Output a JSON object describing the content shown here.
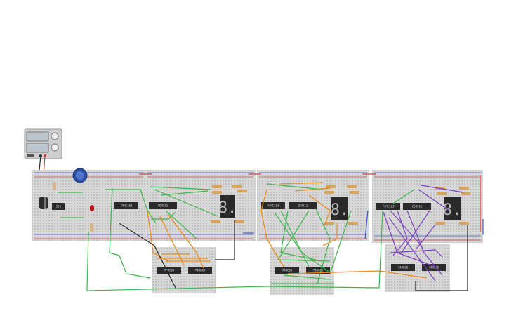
{
  "workspace": {
    "background": "#ffffff",
    "breadboard_color": "#d8d8d8",
    "rail_red": "#d43b3b",
    "rail_blue": "#3b57c4",
    "wire_green": "#3cb54a",
    "wire_orange": "#e88a1a",
    "wire_purple": "#7a3ec0",
    "wire_black": "#222222"
  },
  "power_supply": {
    "name": "dc-power-supply"
  },
  "chips": [
    {
      "id": "u1",
      "label": "555"
    },
    {
      "id": "u2",
      "label": "74HC163"
    },
    {
      "id": "u3",
      "label": "CD4511"
    },
    {
      "id": "u4",
      "label": "74HC163"
    },
    {
      "id": "u5",
      "label": "CD4511"
    },
    {
      "id": "u6",
      "label": "74HC163"
    },
    {
      "id": "u7",
      "label": "CD4511"
    },
    {
      "id": "u8",
      "label": "74HC08"
    },
    {
      "id": "u9",
      "label": "74HC08"
    },
    {
      "id": "u10",
      "label": "74HC08"
    },
    {
      "id": "u11",
      "label": "74HC08"
    },
    {
      "id": "u12",
      "label": "74HC08"
    },
    {
      "id": "u13",
      "label": "74HC08"
    }
  ],
  "displays": [
    {
      "id": "d1",
      "glyph": "8."
    },
    {
      "id": "d2",
      "glyph": "8."
    },
    {
      "id": "d3",
      "glyph": "8."
    }
  ]
}
